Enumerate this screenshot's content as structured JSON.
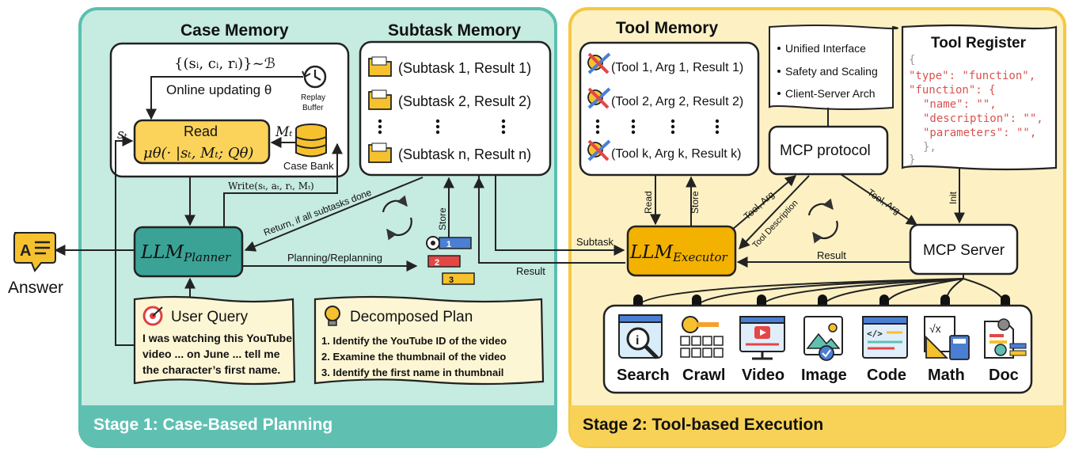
{
  "answer": {
    "label": "Answer"
  },
  "stage1": {
    "label": "Stage 1: Case-Based Planning",
    "case_memory": {
      "title": "Case Memory",
      "formula_set": "{(sᵢ, cᵢ, rᵢ)}~ℬ",
      "online_updating": "Online updating θ",
      "replay_buffer": [
        "Replay",
        "Buffer"
      ],
      "read_title": "Read",
      "read_formula": "μθ(· |sₜ, Mₜ; Qθ)",
      "s_t": "sₜ",
      "m_t": "Mₜ",
      "case_bank": "Case Bank",
      "write": "Write(sₜ, aₜ, rₜ, Mₜ)"
    },
    "subtask_memory": {
      "title": "Subtask Memory",
      "items": [
        "(Subtask 1, Result 1)",
        "(Subtask 2, Result 2)",
        "(Subtask n, Result n)"
      ]
    },
    "planner": {
      "label": "LLM",
      "sub": "Planner"
    },
    "return_label": "Return, if all subtasks done",
    "planning_label": "Planning/Replanning",
    "store_label": "Store",
    "result_label": "Result",
    "user_query": {
      "title": "User Query",
      "lines": [
        "I was watching this YouTube",
        "video ... on June ... tell me",
        "the character’s first name."
      ]
    },
    "decomposed_plan": {
      "title": "Decomposed Plan",
      "lines": [
        "1. Identify the YouTube ID of the video",
        "2. Examine the thumbnail of the video",
        "3. Identify the first name in thumbnail"
      ]
    }
  },
  "stage2": {
    "label": "Stage 2: Tool-based Execution",
    "subtask_label": "Subtask",
    "tool_memory": {
      "title": "Tool Memory",
      "items": [
        "(Tool 1, Arg 1, Result 1)",
        "(Tool 2, Arg 2, Result 2)",
        "(Tool k, Arg k, Result k)"
      ]
    },
    "features": [
      "Unified Interface",
      "Safety and Scaling",
      "Client-Server Arch"
    ],
    "mcp_protocol": "MCP protocol",
    "tool_register": {
      "title": "Tool Register",
      "code": [
        "{",
        "\"type\": \"function\",",
        "\"function\": {",
        "\"name\": \"\",",
        "\"description\": \"\",",
        "\"parameters\": \"\",",
        "},",
        "}"
      ]
    },
    "executor": {
      "label": "LLM",
      "sub": "Executor"
    },
    "read_label": "Read",
    "store_label": "Store",
    "tool_arg_label": "Tool, Arg",
    "tool_desc_label": "Tool Description",
    "tool_arg_label2": "Tool, Arg",
    "init_label": "Init",
    "result_label": "Result",
    "mcp_server": "MCP Server",
    "tools": [
      "Search",
      "Crawl",
      "Video",
      "Image",
      "Code",
      "Math",
      "Doc"
    ]
  },
  "colors": {
    "stage1_bg": "#c6ebe0",
    "stage1_border": "#5bbfb0",
    "stage1_band": "#5fc0b2",
    "stage2_bg": "#fdf1c4",
    "stage2_border": "#f5c842",
    "stage2_band": "#f7d257",
    "planner": "#3aa396",
    "executor": "#f3b200",
    "read_box": "#fbd35a",
    "answer_icon": "#f6c12e"
  }
}
